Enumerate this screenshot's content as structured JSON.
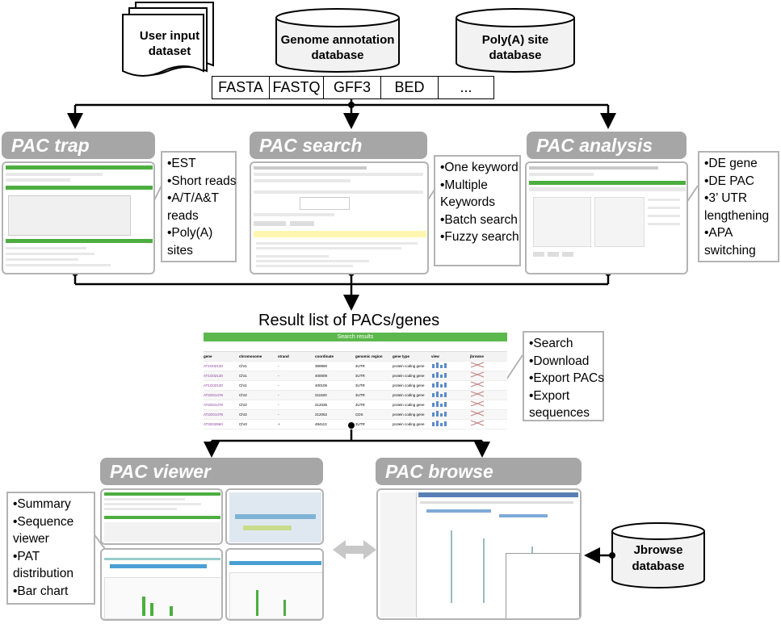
{
  "sources": {
    "user_input": "User input\ndataset",
    "genome_annotation": "Genome annotation\ndatabase",
    "polya_site": "Poly(A) site\ndatabase"
  },
  "formats": [
    "FASTA",
    "FASTQ",
    "GFF3",
    "BED",
    "..."
  ],
  "modules": {
    "pac_trap": {
      "title": "PAC trap",
      "features": [
        "•EST",
        "•Short reads",
        "•A/T/A&T",
        "  reads",
        "•Poly(A)",
        "  sites"
      ]
    },
    "pac_search": {
      "title": "PAC search",
      "features": [
        "•One keyword",
        "•Multiple",
        "  Keywords",
        "•Batch search",
        "•Fuzzy search"
      ]
    },
    "pac_analysis": {
      "title": "PAC analysis",
      "features": [
        "•DE gene",
        "•DE PAC",
        "•3’ UTR",
        "  lengthening",
        "•APA",
        "  switching"
      ]
    }
  },
  "result_list": {
    "title": "Result list of PACs/genes",
    "features": [
      "•Search",
      "•Download",
      "•Export PACs",
      "•Export",
      "  sequences"
    ],
    "table_header": "Search results",
    "columns": [
      "gene",
      "chromosome",
      "strand",
      "coordinate",
      "genomic region",
      "gene type",
      "view",
      "jbrowse"
    ],
    "rows": [
      [
        "AT1G02130",
        "Chr1",
        "-",
        "399990",
        "3UTR",
        "protein coding gene"
      ],
      [
        "AT1G02130",
        "Chr1",
        "-",
        "400009",
        "3UTR",
        "protein coding gene"
      ],
      [
        "AT1G02130",
        "Chr1",
        "-",
        "400106",
        "3UTR",
        "protein coding gene"
      ],
      [
        "AT2G01478",
        "Chr2",
        "-",
        "211920",
        "3UTR",
        "protein coding gene"
      ],
      [
        "AT2G01478",
        "Chr2",
        "-",
        "212035",
        "3UTR",
        "protein coding gene"
      ],
      [
        "AT2G01478",
        "Chr2",
        "-",
        "212052",
        "CDS",
        "protein coding gene"
      ],
      [
        "AT3G02560",
        "Chr3",
        "+",
        "484113",
        "3UTR",
        "protein coding gene"
      ]
    ]
  },
  "viewers": {
    "pac_viewer": {
      "title": "PAC viewer",
      "features": [
        "•Summary",
        "•Sequence",
        "  viewer",
        "•PAT",
        "  distribution",
        "•Bar chart"
      ]
    },
    "pac_browse": {
      "title": "PAC browse"
    }
  },
  "jbrowse_db": "Jbrowse\ndatabase",
  "colors": {
    "banner": "#a6a6a6",
    "frame": "#b3b3b3",
    "green": "#4cae3f",
    "cylinder_fill": "#f2f2f2"
  }
}
